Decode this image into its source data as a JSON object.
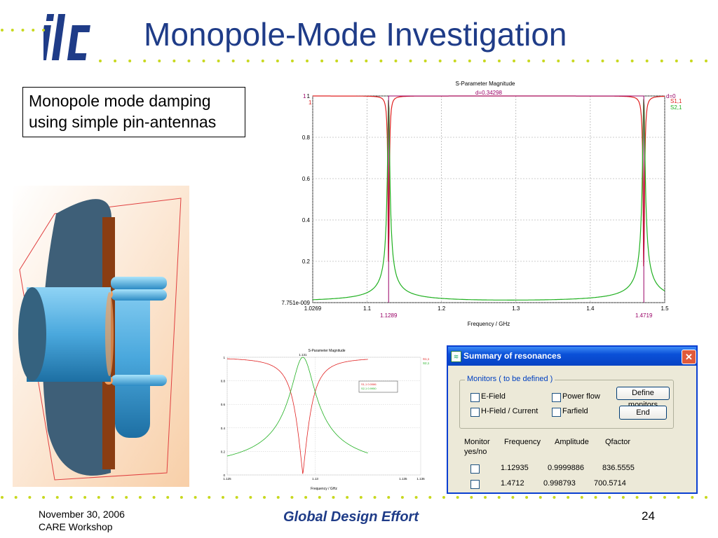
{
  "slide": {
    "title": "Monopole-Mode Investigation",
    "textbox_line1": "Monopole mode damping",
    "textbox_line2": "using simple pin-antennas",
    "logo_text": "ilc",
    "footer": {
      "date": "November 30, 2006",
      "event": "CARE Workshop",
      "center": "Global Design Effort",
      "page": "24"
    },
    "colors": {
      "title": "#1f3c88",
      "dots": "#c8d81e",
      "logo": "#1f3c88"
    }
  },
  "chart_data": [
    {
      "type": "line",
      "title": "S-Parameter Magnitude",
      "xlabel": "Frequency / GHz",
      "ylabel": "",
      "xlim": [
        1.0269,
        1.5
      ],
      "ylim": [
        7.751e-09,
        1
      ],
      "x_ticks": [
        "1.0269",
        "1.1",
        "1.2",
        "1.3",
        "1.4",
        "1.5"
      ],
      "y_ticks": [
        "7.751e-009",
        "0.2",
        "0.4",
        "0.6",
        "0.8",
        "1"
      ],
      "grid": true,
      "legend_position": "top-right",
      "markers": [
        {
          "x": 1.1289,
          "label": "1.1289"
        },
        {
          "x": 1.4719,
          "label": "1.4719"
        }
      ],
      "annotations": [
        "d=0.34298",
        "d=0",
        "1",
        "1"
      ],
      "series": [
        {
          "name": "S1,1",
          "color": "#e02020",
          "resonances": [
            1.1289,
            1.4719
          ],
          "baseline": 1,
          "dip": 0
        },
        {
          "name": "S2,1",
          "color": "#20b020",
          "resonances": [
            1.1289,
            1.4719
          ],
          "baseline": 0,
          "peak": 1
        }
      ]
    },
    {
      "type": "line",
      "title": "S-Parameter Magnitude",
      "xlabel": "Frequency / GHz",
      "xlim": [
        1.125,
        1.136
      ],
      "ylim": [
        0,
        1
      ],
      "x_ticks": [
        "1.125",
        "1.13",
        "1.135",
        "1.136"
      ],
      "y_ticks": [
        "0",
        "0.2",
        "0.4",
        "0.6",
        "0.8",
        "1"
      ],
      "top_label": "1.131",
      "grid": true,
      "legend_position": "top-right",
      "tooltip": [
        "S1,1  0.0086",
        "S2,1  0.9950"
      ],
      "series": [
        {
          "name": "S1,1",
          "color": "#e02020",
          "center": 1.1293,
          "dip": 0
        },
        {
          "name": "S2,1",
          "color": "#20b020",
          "center": 1.1293,
          "peak": 1
        }
      ]
    }
  ],
  "dialog": {
    "title": "Summary of resonances",
    "monitors_legend": "Monitors ( to be defined )",
    "checkboxes": [
      "E-Field",
      "Power flow",
      "H-Field / Current",
      "Farfield"
    ],
    "define_button": "Define monitors",
    "end_button": "End",
    "columns": [
      "Monitor yes/no",
      "Frequency",
      "Amplitude",
      "Qfactor"
    ],
    "col_monitor_1": "Monitor",
    "col_monitor_2": "yes/no",
    "rows": [
      {
        "frequency": "1.12935",
        "amplitude": "0.9999886",
        "qfactor": "836.5555"
      },
      {
        "frequency": "1.4712",
        "amplitude": "0.998793",
        "qfactor": "700.5714"
      }
    ]
  }
}
